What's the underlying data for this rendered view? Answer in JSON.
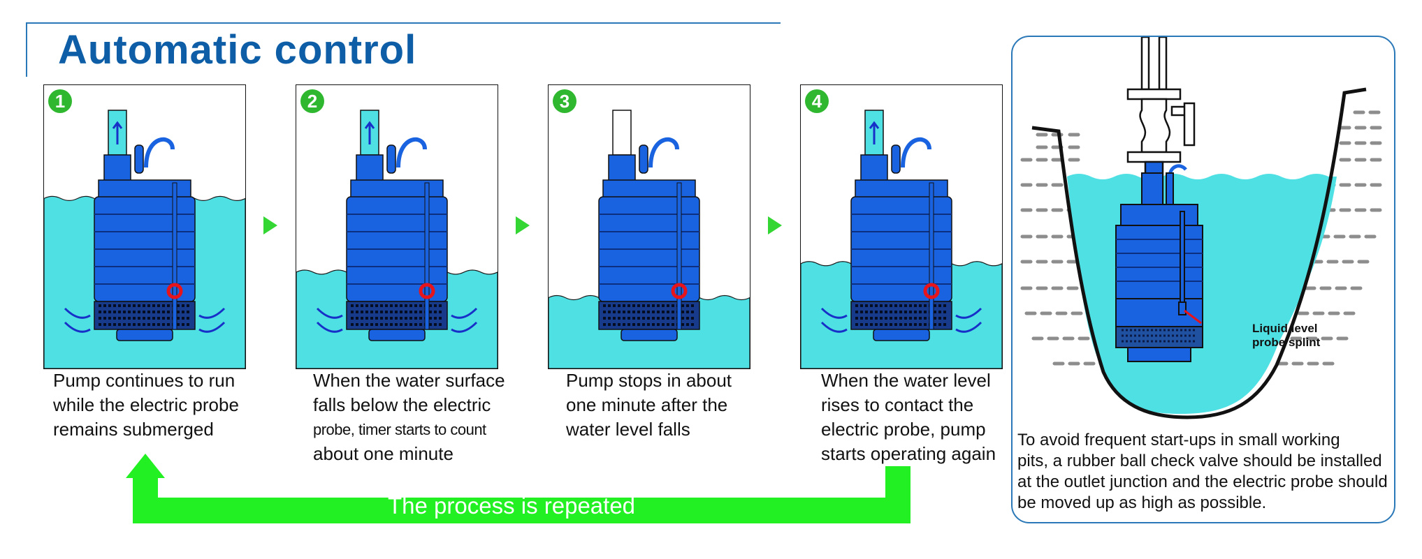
{
  "title": "Automatic control",
  "colors": {
    "title": "#0d5ea6",
    "water": "#4fe0e4",
    "pump_body": "#1a63e0",
    "badge_green": "#2fb82f",
    "loop_arrow": "#22f022",
    "probe_red": "#e8141b",
    "frame_blue": "#2a78b8"
  },
  "steps": [
    {
      "badge": "1",
      "caption": [
        "Pump continues to run",
        "while the electric probe",
        "remains submerged"
      ],
      "water_level_fraction": 0.6,
      "flow_arrow_up": true,
      "inflow_arrows": true
    },
    {
      "badge": "2",
      "caption": [
        "When the water surface",
        "falls below the electric",
        "probe, timer starts to count",
        "about one minute"
      ],
      "water_level_fraction": 0.34,
      "flow_arrow_up": true,
      "inflow_arrows": true
    },
    {
      "badge": "3",
      "caption": [
        "Pump stops in about",
        "one minute after the",
        "water level falls"
      ],
      "water_level_fraction": 0.25,
      "flow_arrow_up": false,
      "inflow_arrows": false
    },
    {
      "badge": "4",
      "caption": [
        "When the water level",
        "rises to contact the",
        "electric probe, pump",
        "starts operating again"
      ],
      "water_level_fraction": 0.37,
      "flow_arrow_up": true,
      "inflow_arrows": true
    }
  ],
  "loop_label": "The process is repeated",
  "side_panel": {
    "probe_label": [
      "Liquid level",
      "probe splint"
    ],
    "caption": [
      "To avoid frequent start-ups in small working",
      "pits, a rubber ball check valve should be installed",
      "at the outlet junction and the electric probe should",
      "be moved up as high as possible."
    ]
  }
}
